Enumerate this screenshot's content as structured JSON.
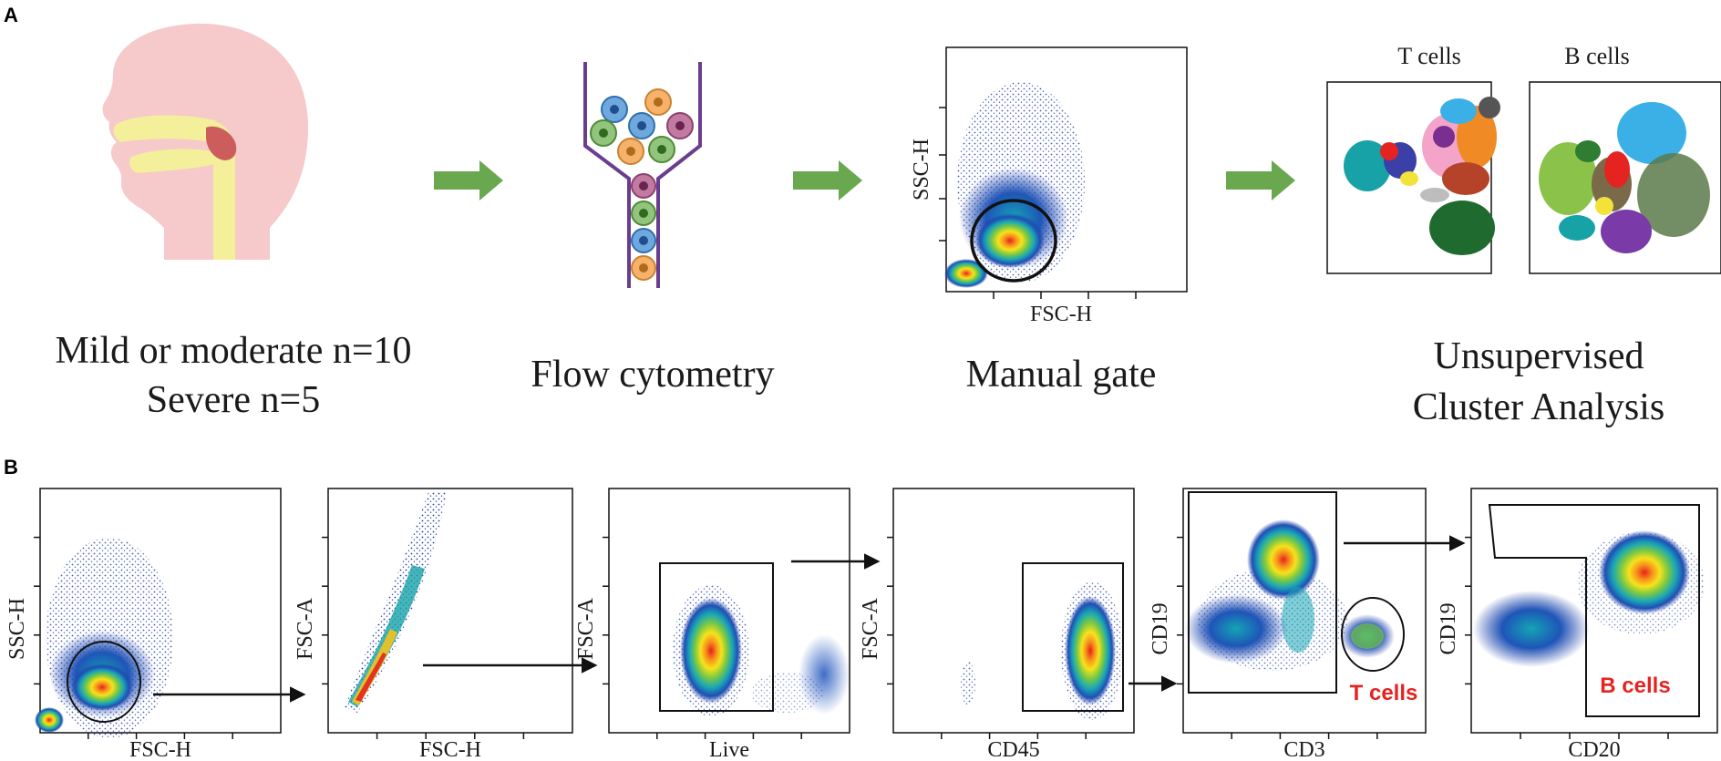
{
  "panels": {
    "a": "A",
    "b": "B"
  },
  "pipeline": {
    "cohort_line1": "Mild or moderate n=10",
    "cohort_line2": "Severe n=5",
    "step2": "Flow cytometry",
    "step3": "Manual gate",
    "step4_line1": "Unsupervised",
    "step4_line2": "Cluster Analysis",
    "gate_plot": {
      "x_label": "FSC-H",
      "y_label": "SSC-H"
    },
    "cluster_titles": [
      "T cells",
      "B cells"
    ]
  },
  "gating": [
    {
      "x_label": "FSC-H",
      "y_label": "SSC-H"
    },
    {
      "x_label": "FSC-H",
      "y_label": "FSC-A"
    },
    {
      "x_label": "Live",
      "y_label": "FSC-A"
    },
    {
      "x_label": "CD45",
      "y_label": "FSC-A"
    },
    {
      "x_label": "CD3",
      "y_label": "CD19",
      "population": "T cells"
    },
    {
      "x_label": "CD20",
      "y_label": "CD19",
      "population": "B cells"
    }
  ],
  "colors": {
    "arrow_green": "#6aa84f",
    "population_red": "#e52421",
    "gate_black": "#111111",
    "head_skin": "#f6c9cb",
    "airway_yellow": "#f3ef9a",
    "tonsil": "#cd5c5c",
    "tube_purple": "#6a3d8f"
  }
}
